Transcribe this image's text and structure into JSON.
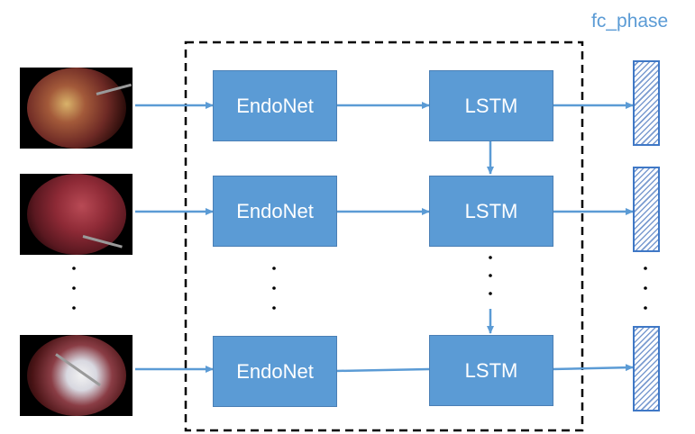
{
  "title": "fc_phase",
  "encoder_label": "EndoNet",
  "recurrent_label": "LSTM",
  "ellipsis": ". . .",
  "colors": {
    "box_fill": "#5b9bd5",
    "arrow": "#5b9bd5",
    "dashed_frame": "#000000",
    "title": "#5b9bd5"
  },
  "rows": [
    {
      "frame": "surgical-frame-1",
      "encoder": "EndoNet",
      "recurrent": "LSTM"
    },
    {
      "frame": "surgical-frame-2",
      "encoder": "EndoNet",
      "recurrent": "LSTM"
    },
    {
      "frame": "surgical-frame-n",
      "encoder": "EndoNet",
      "recurrent": "LSTM"
    }
  ]
}
